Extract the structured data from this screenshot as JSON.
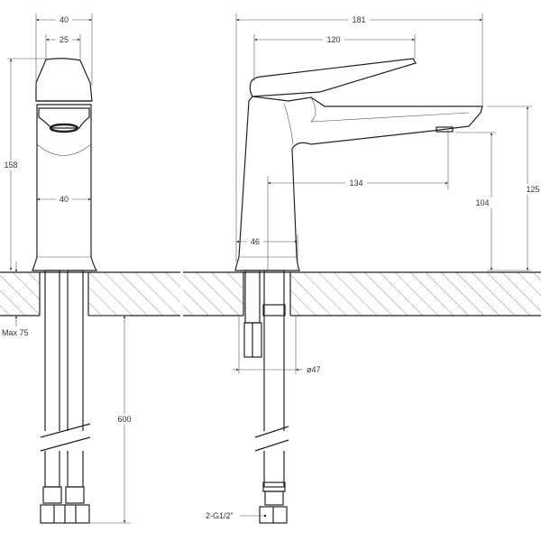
{
  "front_view": {
    "dim_top_width": "40",
    "dim_handle_width": "25",
    "dim_height": "158",
    "dim_body_width": "40",
    "dim_max_counter": "Max 75",
    "dim_hose_length": "600"
  },
  "side_view": {
    "dim_total_length": "181",
    "dim_handle_length": "120",
    "dim_spout_reach": "134",
    "dim_spout_height": "104",
    "dim_total_height": "125",
    "dim_base": "46",
    "dim_hole": "ø47",
    "dim_connection": "2-G1/2\""
  },
  "colors": {
    "line": "#222222",
    "background": "#ffffff"
  }
}
